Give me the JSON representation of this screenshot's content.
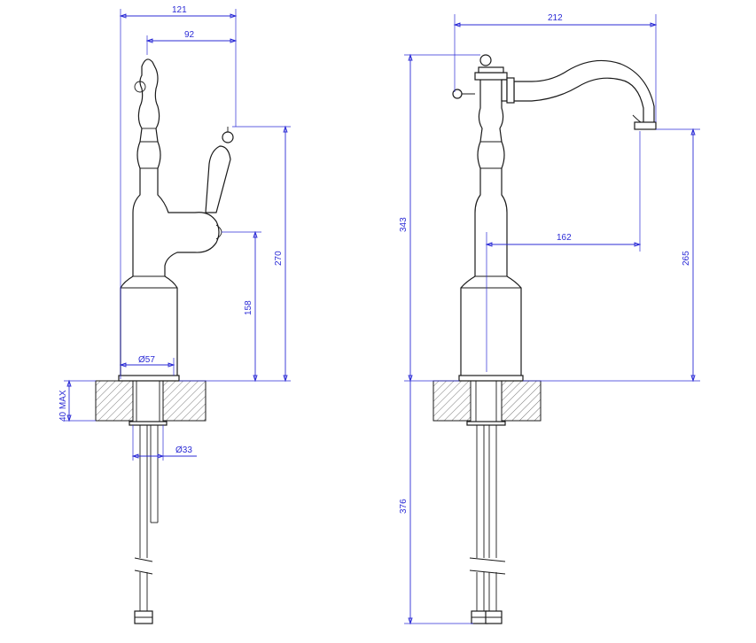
{
  "colors": {
    "dimension": "#2b2bd6",
    "outline": "#1a1a1a",
    "background": "#ffffff"
  },
  "side_view": {
    "dim_width_total": "121",
    "dim_width_lever": "92",
    "dim_height_lever": "270",
    "dim_height_outlet": "158",
    "dim_base_diameter": "Ø57",
    "dim_shank_diameter": "Ø33",
    "dim_max_thickness": "40 MAX"
  },
  "front_view": {
    "dim_reach": "212",
    "dim_total_height": "343",
    "dim_spout_offset": "162",
    "dim_spout_height": "265",
    "dim_hose_length": "376"
  }
}
